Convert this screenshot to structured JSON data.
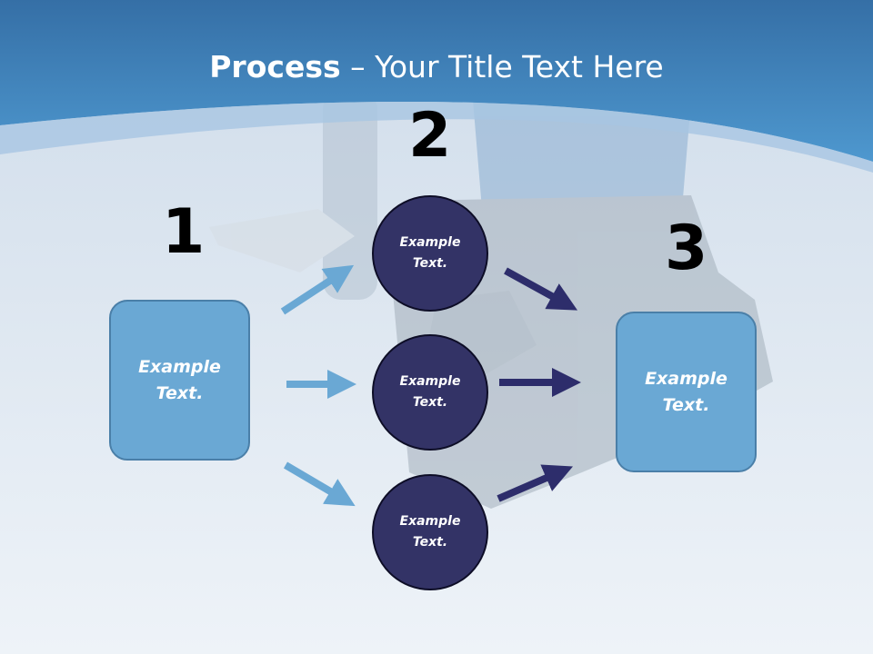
{
  "title": {
    "bold": "Process",
    "rest": " – Your Title Text Here"
  },
  "steps": {
    "one": "1",
    "two": "2",
    "three": "3"
  },
  "left_box": {
    "label": "Example\nText."
  },
  "circles": [
    {
      "label": "Example\nText."
    },
    {
      "label": "Example\nText."
    },
    {
      "label": "Example\nText."
    }
  ],
  "right_box": {
    "label": "Example\nText."
  },
  "colors": {
    "header_blue": "#3f7fb5",
    "box_fill": "#6aa8d4",
    "circle_fill": "#333366",
    "arrow_light": "#6aa8d4",
    "arrow_dark": "#2d2d6b"
  }
}
